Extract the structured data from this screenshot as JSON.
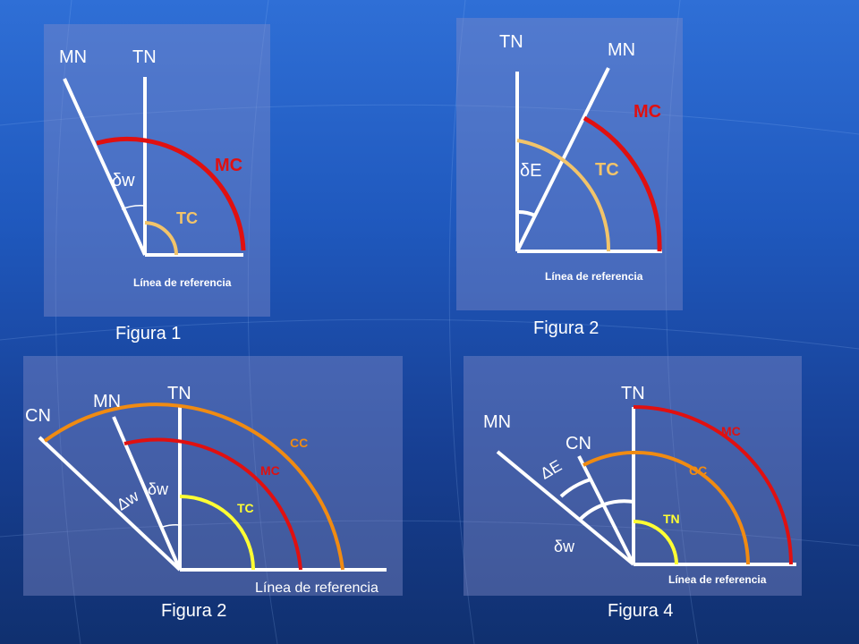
{
  "colors": {
    "line": "#ffffff",
    "mc": "#e01010",
    "tc": "#f2c46a",
    "cc": "#f08b12",
    "tn_arc": "#ffff33",
    "label_tc": "#f2c46a",
    "label_mc": "#e01010",
    "label_cc": "#f08b12"
  },
  "figures": [
    {
      "caption": "Figura 1",
      "labels": {
        "mn": "MN",
        "tn": "TN",
        "mc": "MC",
        "tc": "TC",
        "angle": "δw",
        "reference": "Línea de referencia"
      }
    },
    {
      "caption": "Figura 2",
      "labels": {
        "tn": "TN",
        "mn": "MN",
        "mc": "MC",
        "tc": "TC",
        "angle": "δE",
        "reference": "Línea de referencia"
      }
    },
    {
      "caption": "Figura 2",
      "labels": {
        "cn": "CN",
        "mn": "MN",
        "tn": "TN",
        "cc": "CC",
        "mc": "MC",
        "tc": "TC",
        "delta_w": "Δw",
        "angle": "δw",
        "reference": "Línea de referencia"
      }
    },
    {
      "caption": "Figura 4",
      "labels": {
        "tn": "TN",
        "mn": "MN",
        "mc": "MC",
        "cn": "CN",
        "delta_e": "ΔE",
        "cc": "CC",
        "tn_arc": "TN",
        "angle": "δw",
        "reference": "Línea de referencia"
      }
    }
  ]
}
